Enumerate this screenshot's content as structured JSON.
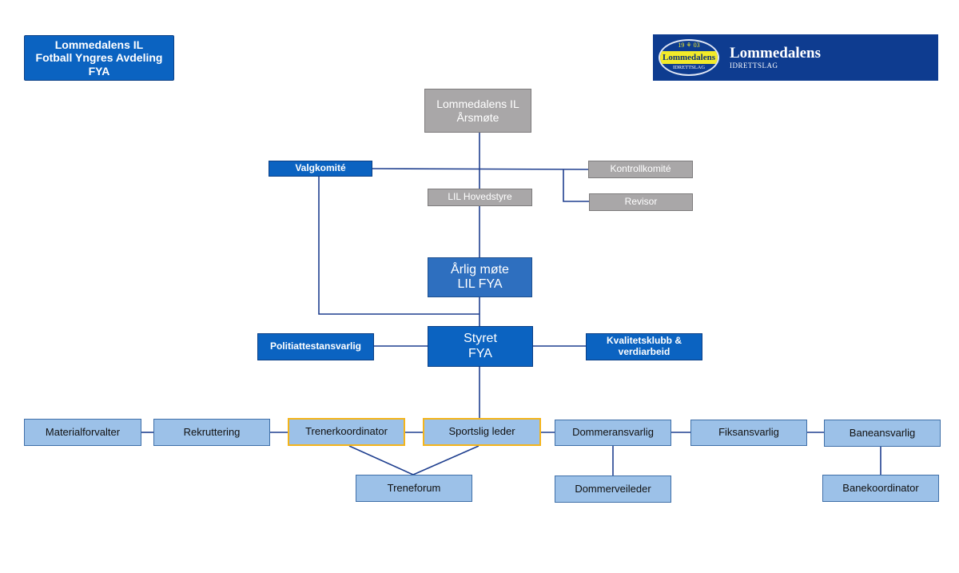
{
  "header": {
    "title": "Lommedalens IL\nFotball Yngres Avdeling\nFYA"
  },
  "logo": {
    "year": "19 ⚘ 03",
    "badge_name": "Lommedalens",
    "badge_sub": "IDRETTSLAG",
    "name": "Lommedalens",
    "tagline": "IDRETTSLAG"
  },
  "colors": {
    "dark_blue": "#0b63c1",
    "mid_blue": "#2e6fbf",
    "grey": "#a9a7a8",
    "light_blue": "#9cc1e8",
    "highlight": "#f4b41a",
    "line": "#1f3f8f"
  },
  "nodes": {
    "arsmote": "Lommedalens IL\nÅrsmøte",
    "valgkomite": "Valgkomité",
    "kontrollkomite": "Kontrollkomité",
    "hovedstyre": "LIL Hovedstyre",
    "revisor": "Revisor",
    "arlig_mote": "Årlig møte\nLIL FYA",
    "styret": "Styret\nFYA",
    "politiattest": "Politiattestansvarlig",
    "kvalitetsklubb": "Kvalitetsklubb &\nverdiarbeid",
    "materialforvalter": "Materialforvalter",
    "rekruttering": "Rekruttering",
    "trenerkoordinator": "Trenerkoordinator",
    "sportslig_leder": "Sportslig leder",
    "dommeransvarlig": "Dommeransvarlig",
    "fiksansvarlig": "Fiksansvarlig",
    "baneansvarlig": "Baneansvarlig",
    "treneforum": "Treneforum",
    "dommerveileder": "Dommerveileder",
    "banekoordinator": "Banekoordinator"
  }
}
